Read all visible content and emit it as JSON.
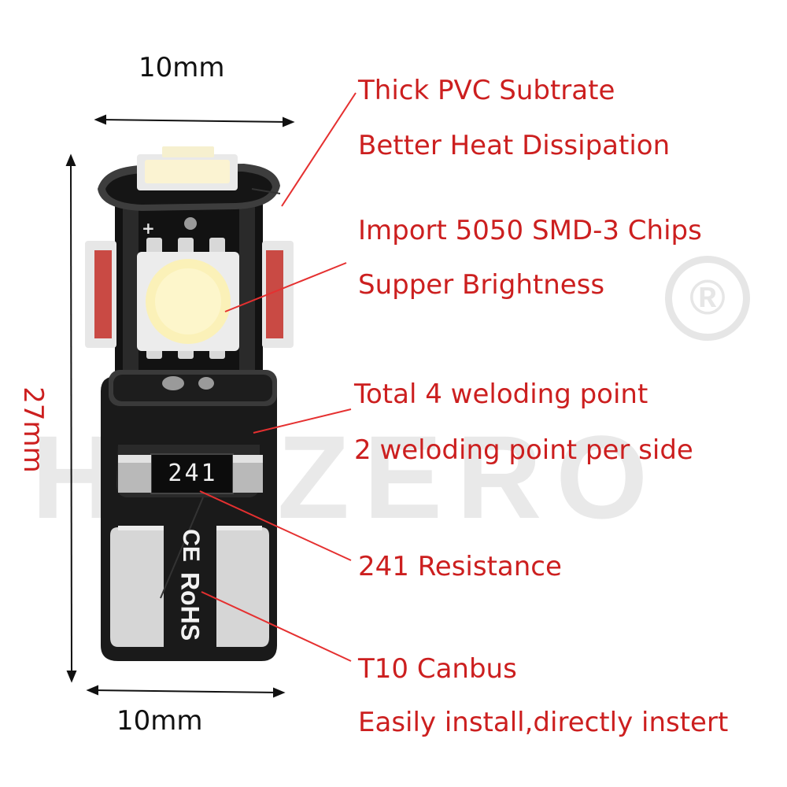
{
  "watermark": {
    "text": "HAIZERO",
    "registered": "®"
  },
  "dimensions": {
    "top_width": "10mm",
    "bottom_width": "10mm",
    "height": "27mm"
  },
  "callouts": [
    "Thick PVC Subtrate",
    "Better Heat Dissipation",
    "Import 5050 SMD-3 Chips",
    "Supper Brightness",
    "Total 4 weloding point",
    "2 weloding point per side",
    "241 Resistance",
    "T10 Canbus",
    "Easily install,directly instert"
  ],
  "bulb": {
    "resistor_code": "241",
    "marking_ce": "CE",
    "marking_rohs": "RoHS"
  },
  "colors": {
    "callout_text": "#cc1f1f",
    "pcb": "#141414",
    "led_chip": "#fbf1b8",
    "accent_lines": "#e53030"
  }
}
